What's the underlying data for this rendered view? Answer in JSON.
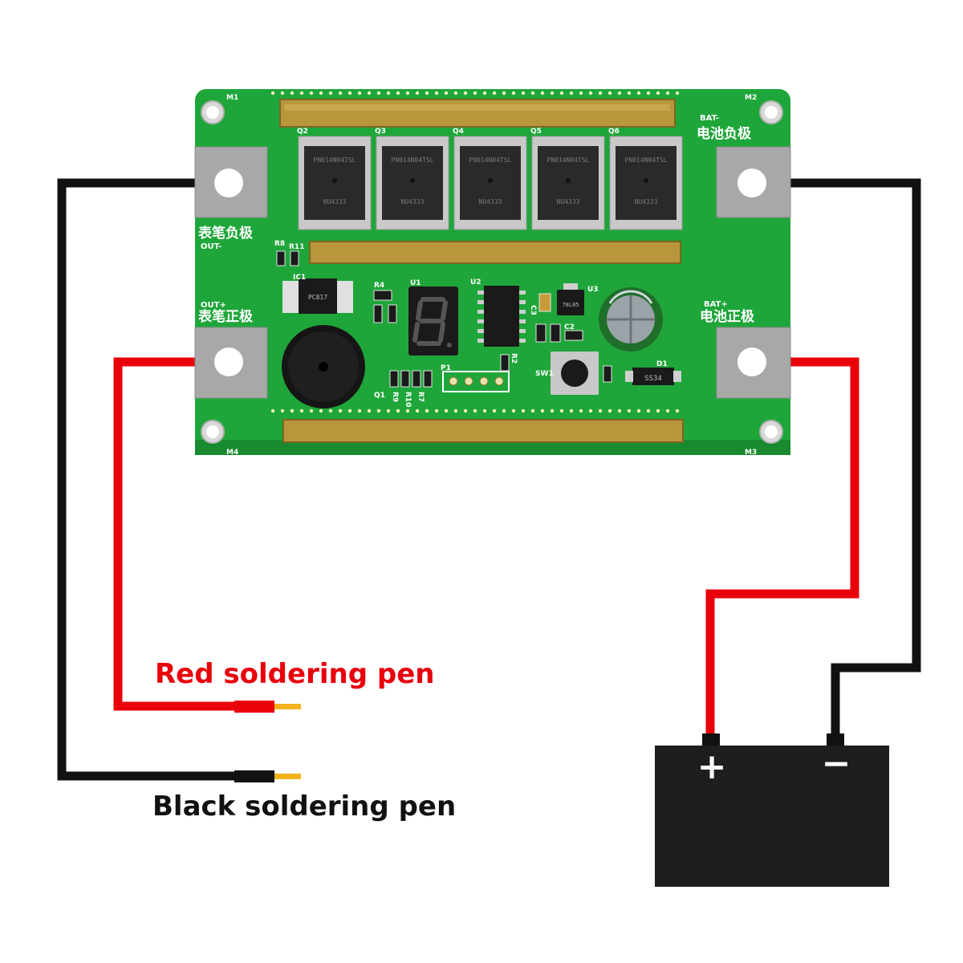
{
  "board": {
    "labels": {
      "out_neg_cn": "表笔负极",
      "out_neg_en": "OUT-",
      "out_pos_en": "OUT+",
      "out_pos_cn": "表笔正极",
      "bat_neg_en": "BAT-",
      "bat_neg_cn": "电池负极",
      "bat_pos_en": "BAT+",
      "bat_pos_cn": "电池正极",
      "m1": "M1",
      "m2": "M2",
      "m3": "M3",
      "m4": "M4",
      "ic1": "IC1",
      "u1": "U1",
      "u2": "U2",
      "u3": "U3",
      "r2": "R2",
      "r4": "R4",
      "r7": "R7",
      "r8": "R8",
      "r9": "R9",
      "r10": "R10",
      "r11": "R11",
      "c2": "C2",
      "c3": "C3",
      "d1": "D1",
      "p1": "P1",
      "q1": "Q1",
      "sw1": "SW1",
      "q2": "Q2",
      "q3": "Q3",
      "q4": "Q4",
      "q5": "Q5",
      "q6": "Q6"
    },
    "mosfet_top_marking": "PN014N04TSL",
    "mosfet_bottom_marking": "NU4333",
    "diode_marking": "SS34",
    "ic1_marking": "PC817",
    "u3_marking": "78L05"
  },
  "battery": {
    "plus_symbol": "+",
    "minus_symbol": "−"
  },
  "captions": {
    "red_pen": "Red soldering pen",
    "black_pen": "Black soldering pen"
  },
  "colors": {
    "pcb_green": "#1fa63a",
    "wire_red": "#e8000b",
    "wire_black": "#111111",
    "pen_tip": "#f2b31c",
    "battery_body": "#1e1e1e"
  }
}
